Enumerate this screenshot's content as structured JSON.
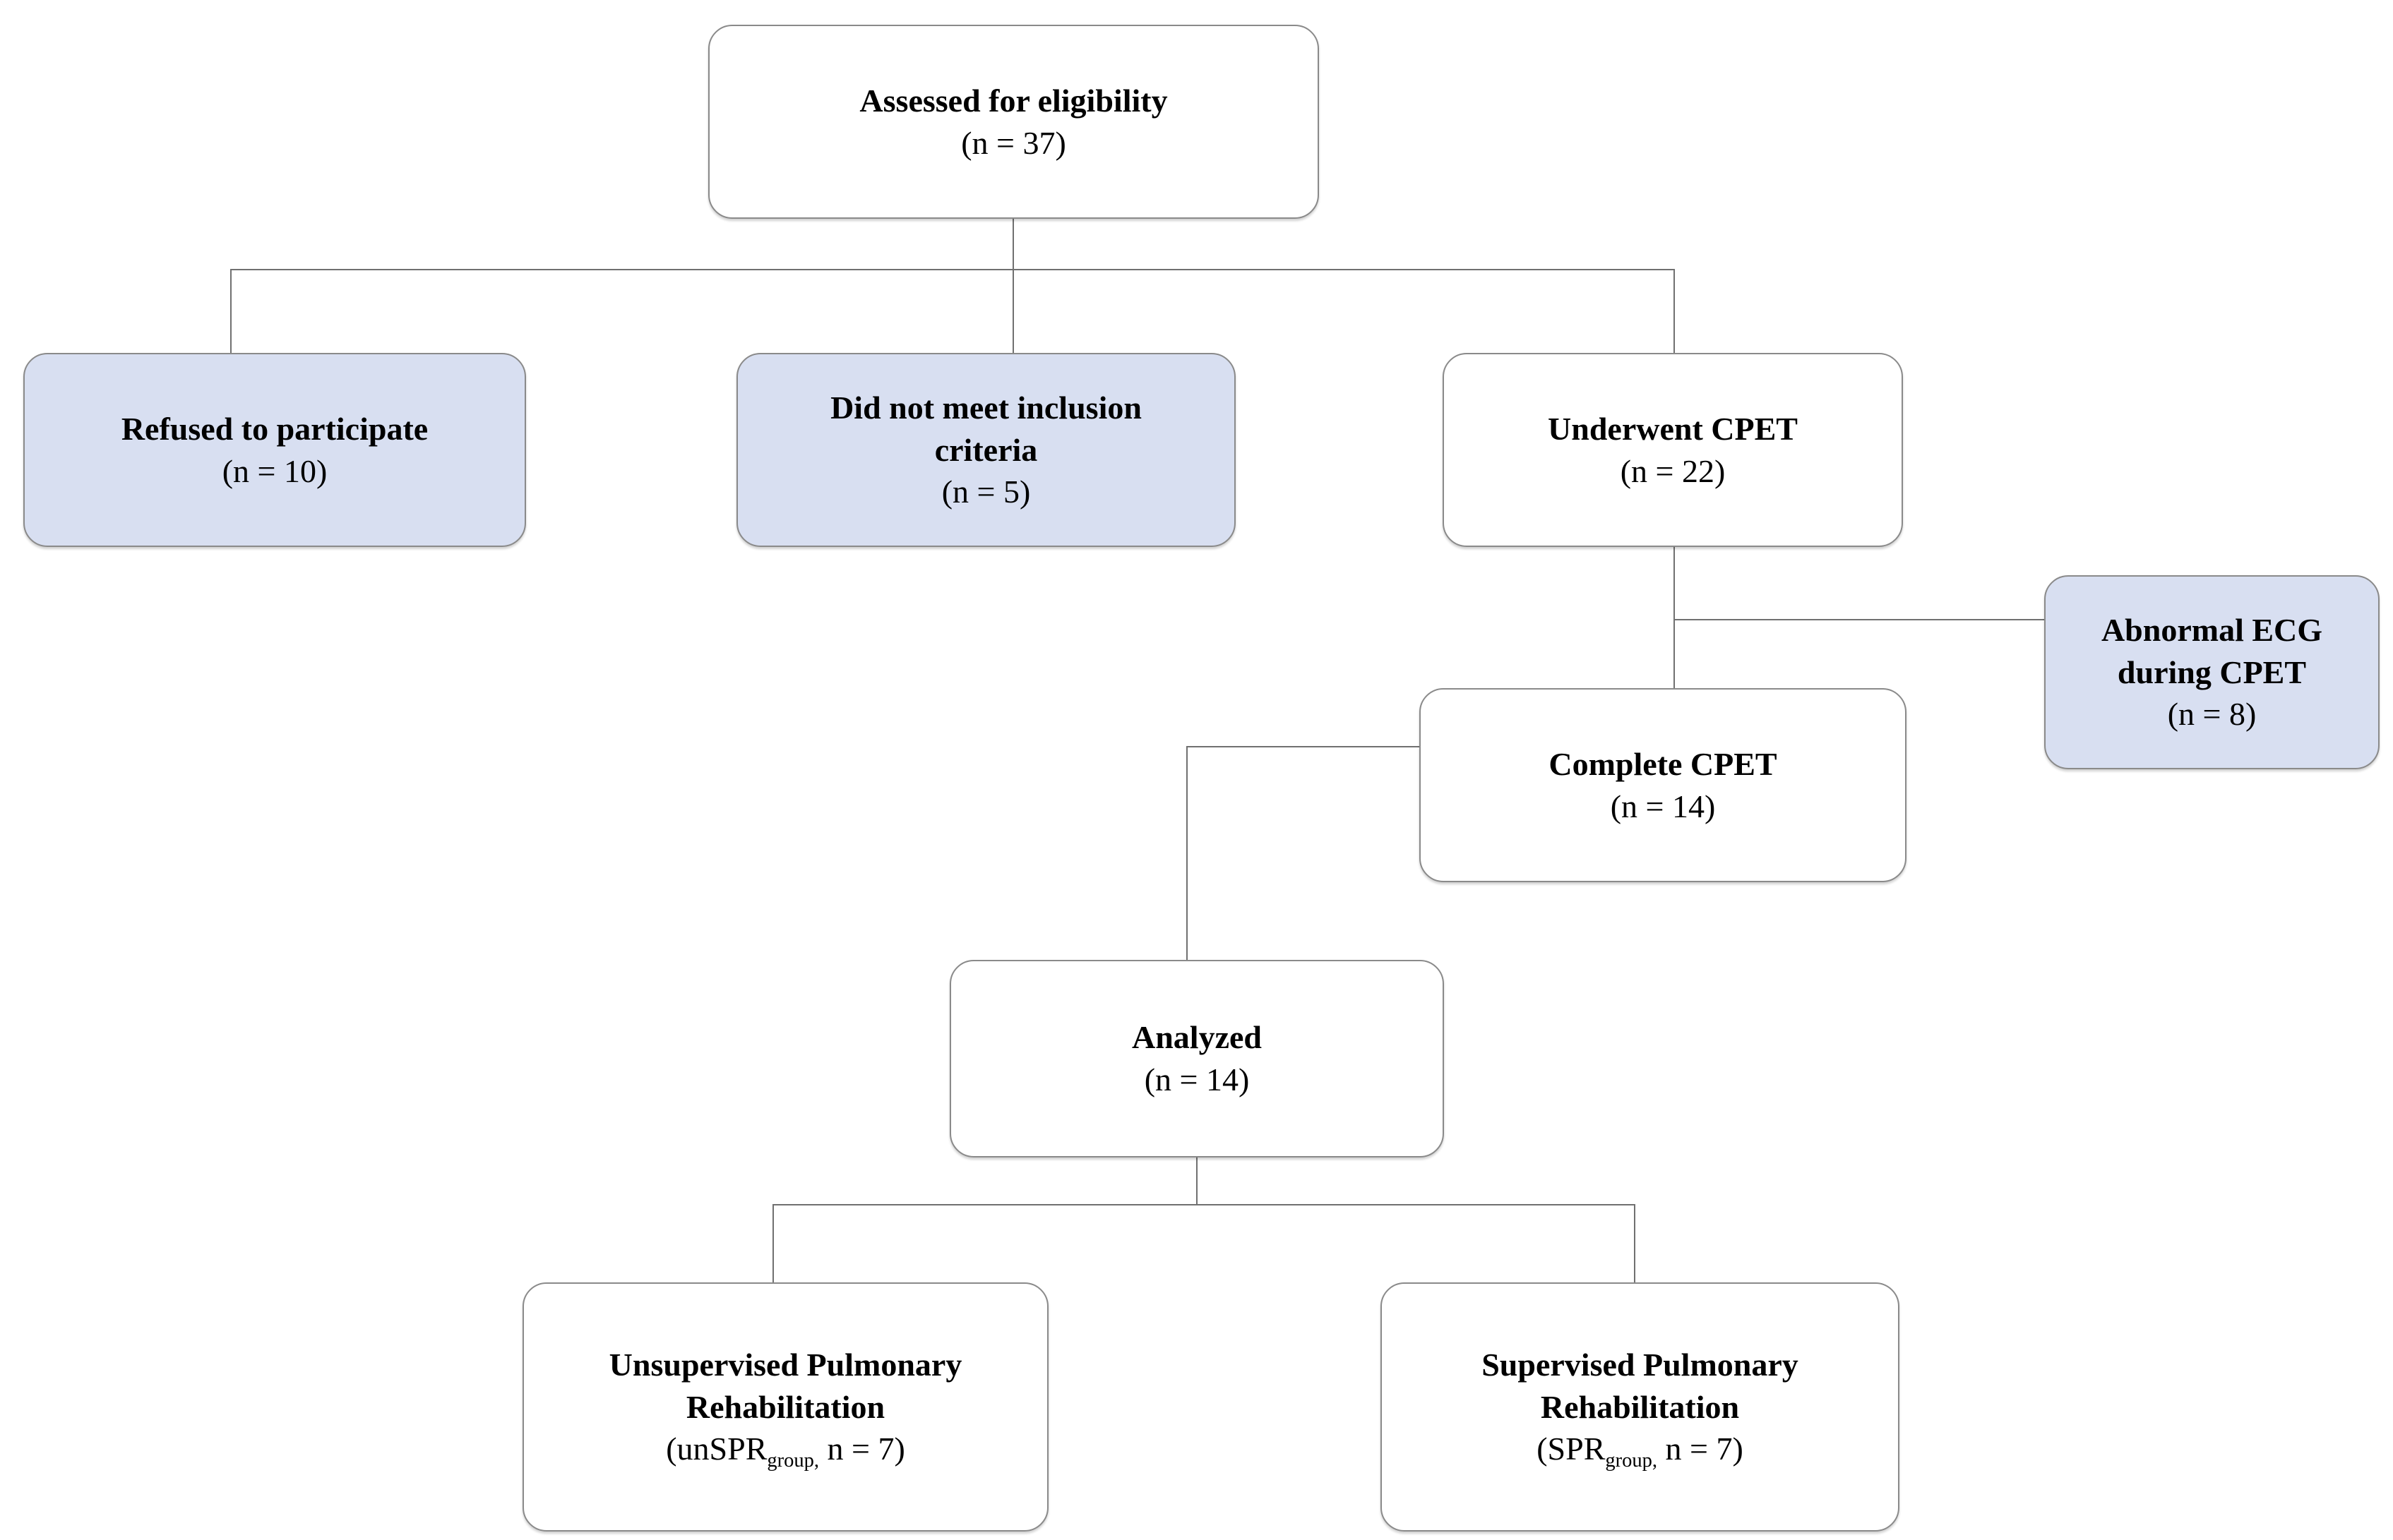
{
  "diagram": {
    "type": "flowchart",
    "title": "CONSORT-style participant flow diagram",
    "colors": {
      "excluded_box_fill": "#D8DFF1",
      "included_box_fill": "#FFFFFF",
      "border": "#8A8A8A",
      "connector": "#707070",
      "text": "#000000"
    },
    "nodes": [
      {
        "id": "assessed",
        "kind": "included",
        "line1": "Assessed for eligibility",
        "line2": "(n = 37)",
        "n": 37
      },
      {
        "id": "refused",
        "kind": "excluded",
        "line1": "Refused to participate",
        "line2": "(n = 10)",
        "n": 10
      },
      {
        "id": "no-inclusion",
        "kind": "excluded",
        "line1": "Did not meet inclusion",
        "line2": "criteria",
        "line3": "(n = 5)",
        "n": 5
      },
      {
        "id": "underwent-cpet",
        "kind": "included",
        "line1": "Underwent CPET",
        "line2": "(n = 22)",
        "n": 22
      },
      {
        "id": "abnormal-ecg",
        "kind": "excluded",
        "line1": "Abnormal ECG",
        "line2": "during CPET",
        "line3": "(n = 8)",
        "n": 8
      },
      {
        "id": "complete-cpet",
        "kind": "included",
        "line1": "Complete CPET",
        "line2": "(n = 14)",
        "n": 14
      },
      {
        "id": "analyzed",
        "kind": "included",
        "line1": "Analyzed",
        "line2": "(n = 14)",
        "n": 14
      },
      {
        "id": "unsupervised-pr",
        "kind": "included",
        "line1": "Unsupervised Pulmonary",
        "line2": "Rehabilitation",
        "line3_pre": "(unSPR",
        "line3_sub": "group,",
        "line3_post": " n = 7)",
        "n": 7
      },
      {
        "id": "supervised-pr",
        "kind": "included",
        "line1": "Supervised Pulmonary",
        "line2": "Rehabilitation",
        "line3_pre": "(SPR",
        "line3_sub": "group,",
        "line3_post": " n = 7)",
        "n": 7
      }
    ],
    "edges": [
      {
        "from": "assessed",
        "to": "refused"
      },
      {
        "from": "assessed",
        "to": "no-inclusion"
      },
      {
        "from": "assessed",
        "to": "underwent-cpet"
      },
      {
        "from": "underwent-cpet",
        "to": "abnormal-ecg"
      },
      {
        "from": "underwent-cpet",
        "to": "complete-cpet"
      },
      {
        "from": "complete-cpet",
        "to": "analyzed"
      },
      {
        "from": "analyzed",
        "to": "unsupervised-pr"
      },
      {
        "from": "analyzed",
        "to": "supervised-pr"
      }
    ]
  }
}
